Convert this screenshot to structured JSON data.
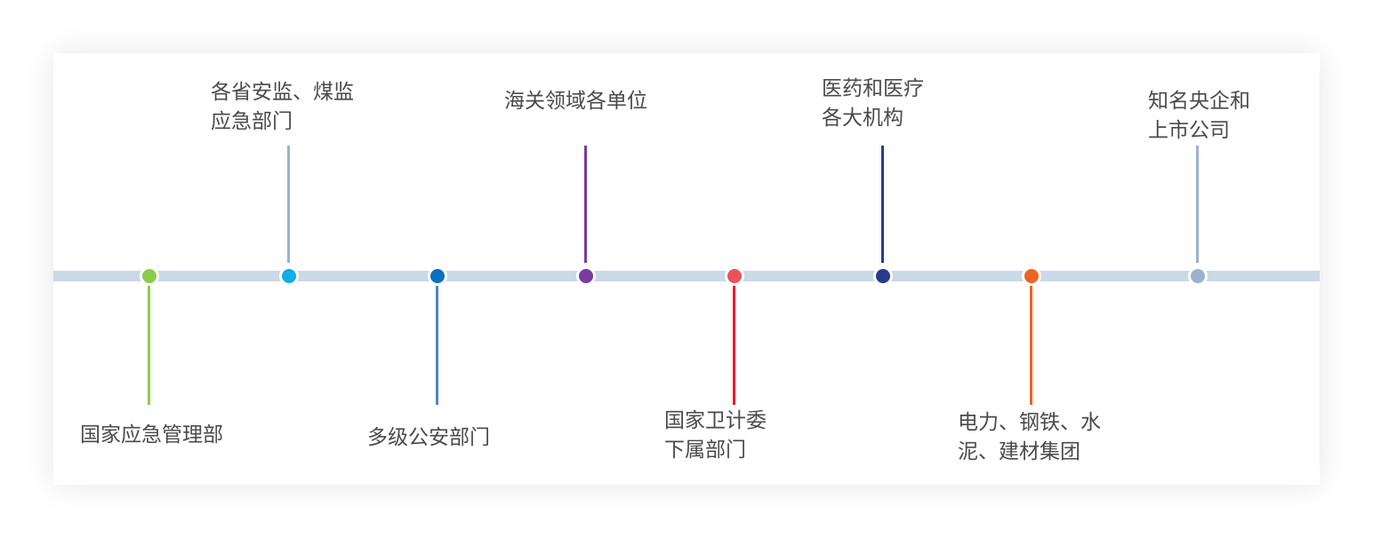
{
  "nodes": [
    {
      "lines": [
        "国家应急管理部"
      ],
      "color": "#8ccc4f",
      "stem_color": "#8ccc4f"
    },
    {
      "lines": [
        "各省安监、煤监",
        "应急部门"
      ],
      "color": "#10aeea",
      "stem_color": "#98b4cc"
    },
    {
      "lines": [
        "多级公安部门"
      ],
      "color": "#0b6fbd",
      "stem_color": "#4f86c4"
    },
    {
      "lines": [
        "海关领域各单位"
      ],
      "color": "#7b3aa0",
      "stem_color": "#7b3aa0"
    },
    {
      "lines": [
        "国家卫计委",
        "下属部门"
      ],
      "color": "#e8545a",
      "stem_color": "#ee1a24"
    },
    {
      "lines": [
        "医药和医疗",
        "各大机构"
      ],
      "color": "#2b3a8e",
      "stem_color": "#2b3a8e"
    },
    {
      "lines": [
        "电力、钢铁、水",
        "泥、建材集团"
      ],
      "color": "#ec6424",
      "stem_color": "#ec6424"
    },
    {
      "lines": [
        "知名央企和",
        "上市公司"
      ],
      "color": "#9ab2cc",
      "stem_color": "#9ab2cc"
    }
  ]
}
